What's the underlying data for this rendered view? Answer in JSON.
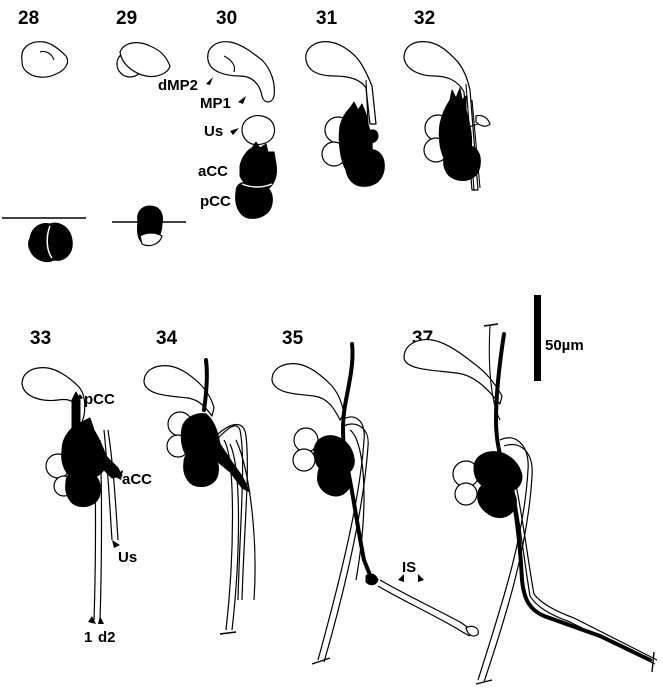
{
  "figure": {
    "stages": [
      "28",
      "29",
      "30",
      "31",
      "32",
      "33",
      "34",
      "35",
      "37"
    ],
    "labels": {
      "dmp2": "dMP2",
      "mp1": "MP1",
      "us": "Us",
      "acc": "aCC",
      "pcc": "pCC",
      "n1": "1",
      "d2": "d2",
      "is": "IS"
    },
    "scale_bar": "50µm"
  }
}
